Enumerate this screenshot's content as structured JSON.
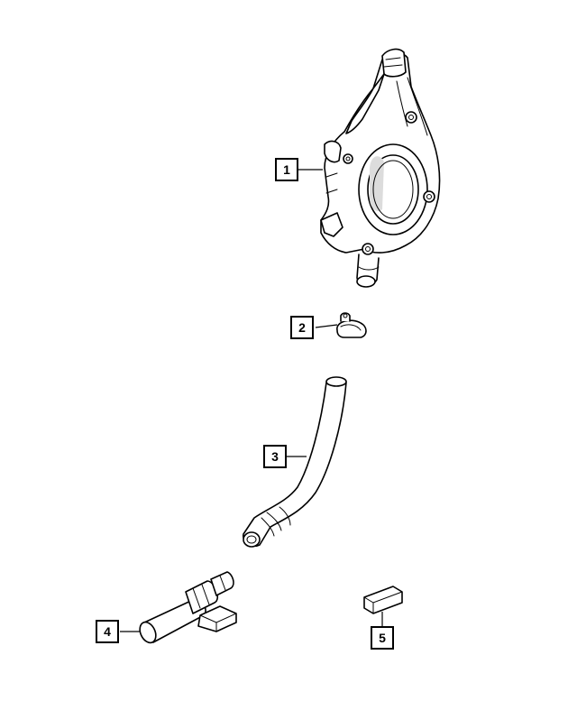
{
  "callouts": [
    {
      "number": "1",
      "part": "oil-pump"
    },
    {
      "number": "2",
      "part": "clamp"
    },
    {
      "number": "3",
      "part": "hose"
    },
    {
      "number": "4",
      "part": "oil-pickup-tube"
    },
    {
      "number": "5",
      "part": "seal-block"
    }
  ],
  "line_color": "#000000",
  "background_color": "#ffffff"
}
